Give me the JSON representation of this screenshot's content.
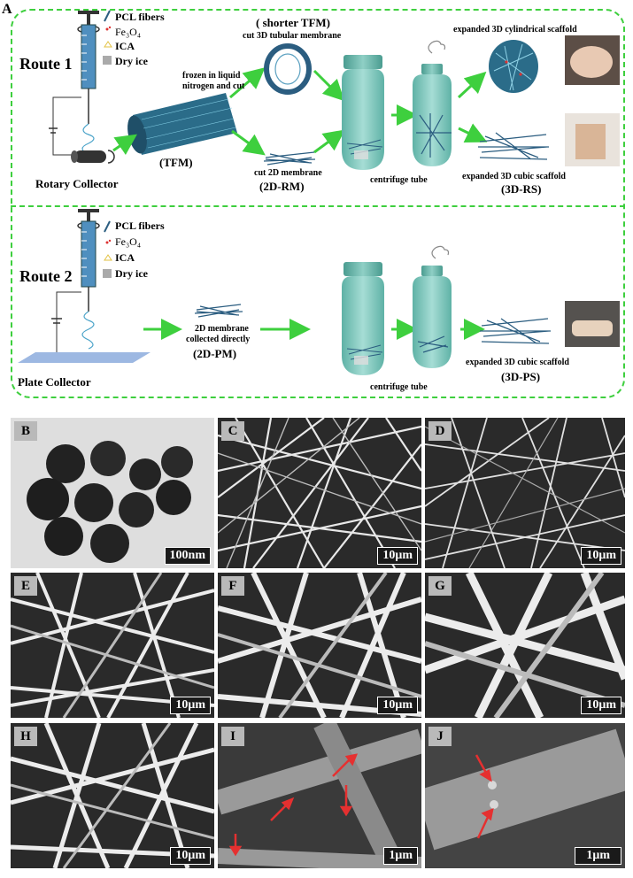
{
  "panel_a": {
    "label": "A",
    "route1": {
      "title": "Route 1",
      "collector": "Rotary Collector",
      "tfm_label": "(TFM)",
      "frozen_text_1": "frozen in liquid",
      "frozen_text_2": "nitrogen and cut",
      "shorter_tfm": "( shorter TFM)",
      "cut_tubular": "cut 3D tubular membrane",
      "cut_2d": "cut 2D membrane",
      "rm_label": "(2D-RM)",
      "centrifuge": "centrifuge tube",
      "expanded_cyl": "expanded 3D cylindrical scaffold",
      "expanded_cubic": "expanded 3D cubic scaffold",
      "rs_label": "(3D-RS)"
    },
    "route2": {
      "title": "Route 2",
      "collector": "Plate Collector",
      "membrane_1": "2D membrane",
      "membrane_2": "collected directly",
      "pm_label": "(2D-PM)",
      "centrifuge": "centrifuge tube",
      "expanded_cubic": "expanded 3D cubic scaffold",
      "ps_label": "(3D-PS)"
    },
    "legend": [
      "PCL fibers",
      "Fe₃O₄",
      "ICA",
      "Dry ice"
    ],
    "colors": {
      "border": "#3ecf3e",
      "arrow": "#3ecf3e",
      "tube": "#7fc9be",
      "fiber": "#2b5d80"
    }
  },
  "micrographs": [
    {
      "label": "B",
      "scale": "100nm"
    },
    {
      "label": "C",
      "scale": "10μm"
    },
    {
      "label": "D",
      "scale": "10μm"
    },
    {
      "label": "E",
      "scale": "10μm"
    },
    {
      "label": "F",
      "scale": "10μm"
    },
    {
      "label": "G",
      "scale": "10μm"
    },
    {
      "label": "H",
      "scale": "10μm"
    },
    {
      "label": "I",
      "scale": "1μm"
    },
    {
      "label": "J",
      "scale": "1μm"
    }
  ]
}
